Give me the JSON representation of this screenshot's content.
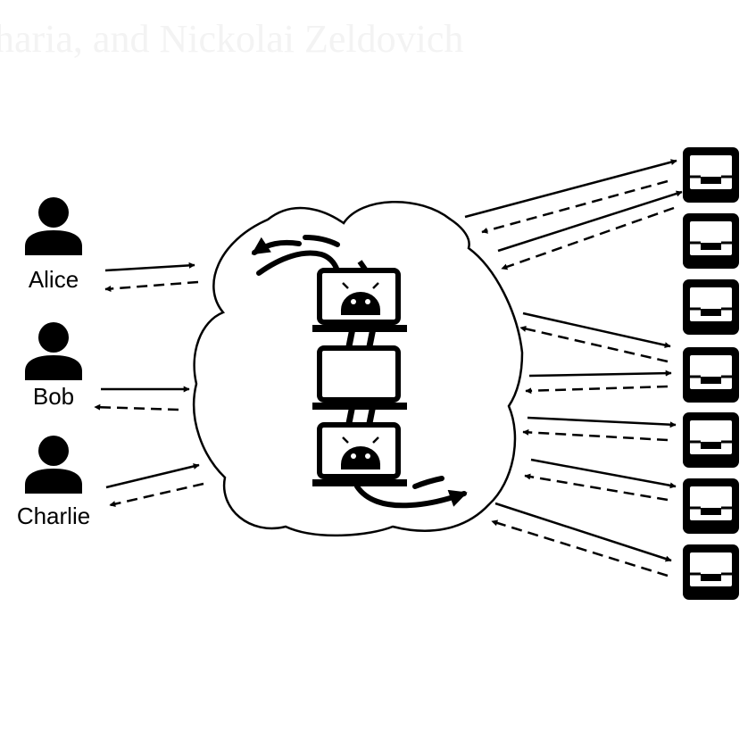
{
  "header_fragment": "haria, and Nickolai Zeldovich",
  "users": [
    {
      "name": "Alice"
    },
    {
      "name": "Bob"
    },
    {
      "name": "Charlie"
    }
  ],
  "server_count": 7,
  "cloud_device_count": 3,
  "icons": {
    "user": "person-icon",
    "server": "server-icon",
    "device": "android-laptop-icon"
  },
  "colors": {
    "ink": "#000000",
    "background": "#ffffff"
  }
}
